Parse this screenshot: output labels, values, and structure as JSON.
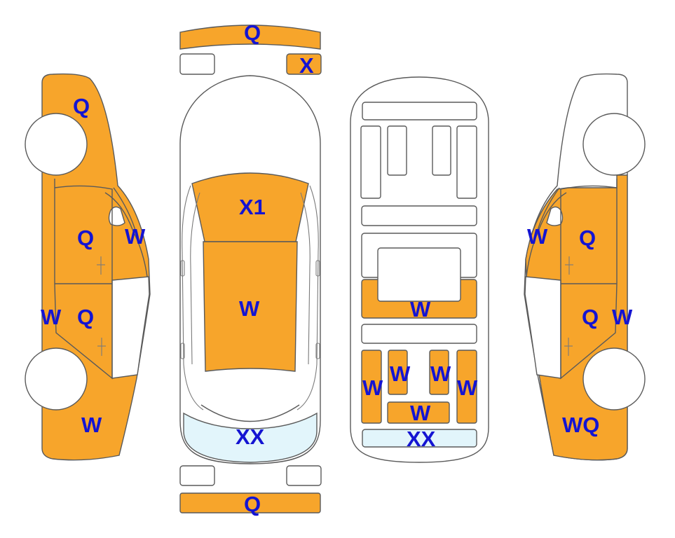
{
  "colors": {
    "damaged": "#f7a52b",
    "glass": "#e2f5fb",
    "none": "#ffffff",
    "outline": "#5a5a5a",
    "label": "#1414d2"
  },
  "front_bumper": {
    "code": "Q"
  },
  "front_small_right": {
    "code": "X"
  },
  "rear_bumper": {
    "code": "Q"
  },
  "top": {
    "hood": "X1",
    "roof": "W",
    "rear_window": "XX"
  },
  "floor": {
    "middle_panel": "W",
    "rear_left_outer": "W",
    "rear_left_inner": "W",
    "rear_right_inner": "W",
    "rear_right_outer": "W",
    "rear_cross": "W",
    "rear_end": "XX"
  },
  "left_side": {
    "front_fender": "Q",
    "a_pillar": "W",
    "front_door": "Q",
    "rocker": "W",
    "rear_door": "Q",
    "quarter": "W"
  },
  "right_side": {
    "a_pillar": "W",
    "front_door": "Q",
    "rear_door": "Q",
    "rocker": "W",
    "quarter": "WQ"
  }
}
